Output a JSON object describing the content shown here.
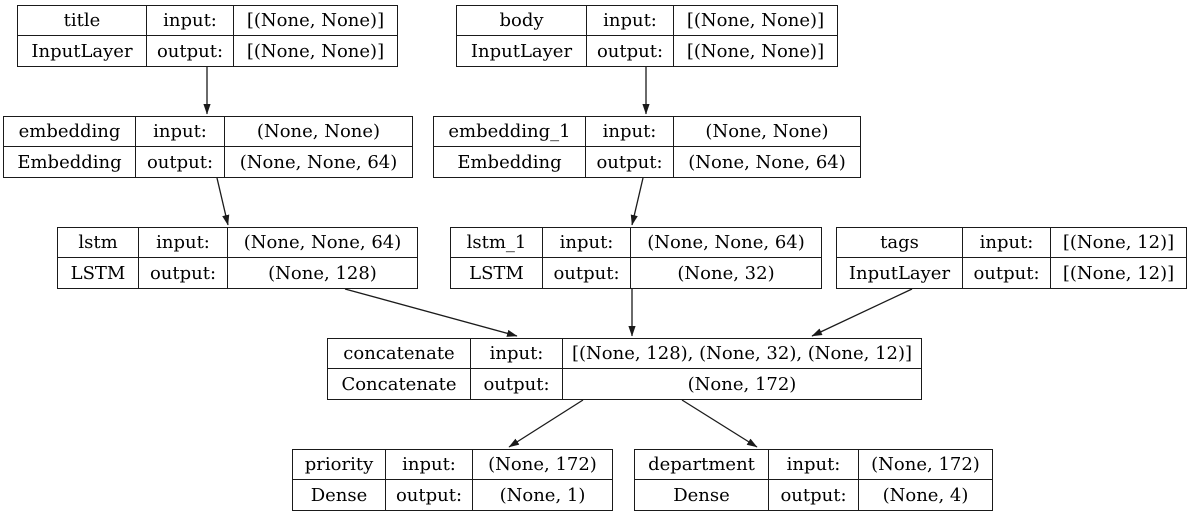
{
  "diagram": {
    "type": "keras-model-graph",
    "colors": {
      "border": "#1a1a1a",
      "background": "#ffffff",
      "text": "#000000"
    },
    "nodes": [
      {
        "id": "title",
        "name": "title",
        "layer_type": "InputLayer",
        "input_label": "input:",
        "output_label": "output:",
        "input_shape": "[(None, None)]",
        "output_shape": "[(None, None)]"
      },
      {
        "id": "body",
        "name": "body",
        "layer_type": "InputLayer",
        "input_label": "input:",
        "output_label": "output:",
        "input_shape": "[(None, None)]",
        "output_shape": "[(None, None)]"
      },
      {
        "id": "embedding",
        "name": "embedding",
        "layer_type": "Embedding",
        "input_label": "input:",
        "output_label": "output:",
        "input_shape": "(None, None)",
        "output_shape": "(None, None, 64)"
      },
      {
        "id": "embedding_1",
        "name": "embedding_1",
        "layer_type": "Embedding",
        "input_label": "input:",
        "output_label": "output:",
        "input_shape": "(None, None)",
        "output_shape": "(None, None, 64)"
      },
      {
        "id": "lstm",
        "name": "lstm",
        "layer_type": "LSTM",
        "input_label": "input:",
        "output_label": "output:",
        "input_shape": "(None, None, 64)",
        "output_shape": "(None, 128)"
      },
      {
        "id": "lstm_1",
        "name": "lstm_1",
        "layer_type": "LSTM",
        "input_label": "input:",
        "output_label": "output:",
        "input_shape": "(None, None, 64)",
        "output_shape": "(None, 32)"
      },
      {
        "id": "tags",
        "name": "tags",
        "layer_type": "InputLayer",
        "input_label": "input:",
        "output_label": "output:",
        "input_shape": "[(None, 12)]",
        "output_shape": "[(None, 12)]"
      },
      {
        "id": "concatenate",
        "name": "concatenate",
        "layer_type": "Concatenate",
        "input_label": "input:",
        "output_label": "output:",
        "input_shape": "[(None, 128), (None, 32), (None, 12)]",
        "output_shape": "(None, 172)"
      },
      {
        "id": "priority",
        "name": "priority",
        "layer_type": "Dense",
        "input_label": "input:",
        "output_label": "output:",
        "input_shape": "(None, 172)",
        "output_shape": "(None, 1)"
      },
      {
        "id": "department",
        "name": "department",
        "layer_type": "Dense",
        "input_label": "input:",
        "output_label": "output:",
        "input_shape": "(None, 172)",
        "output_shape": "(None, 4)"
      }
    ],
    "edges": [
      {
        "from": "title",
        "to": "embedding"
      },
      {
        "from": "body",
        "to": "embedding_1"
      },
      {
        "from": "embedding",
        "to": "lstm"
      },
      {
        "from": "embedding_1",
        "to": "lstm_1"
      },
      {
        "from": "lstm",
        "to": "concatenate"
      },
      {
        "from": "lstm_1",
        "to": "concatenate"
      },
      {
        "from": "tags",
        "to": "concatenate"
      },
      {
        "from": "concatenate",
        "to": "priority"
      },
      {
        "from": "concatenate",
        "to": "department"
      }
    ]
  }
}
